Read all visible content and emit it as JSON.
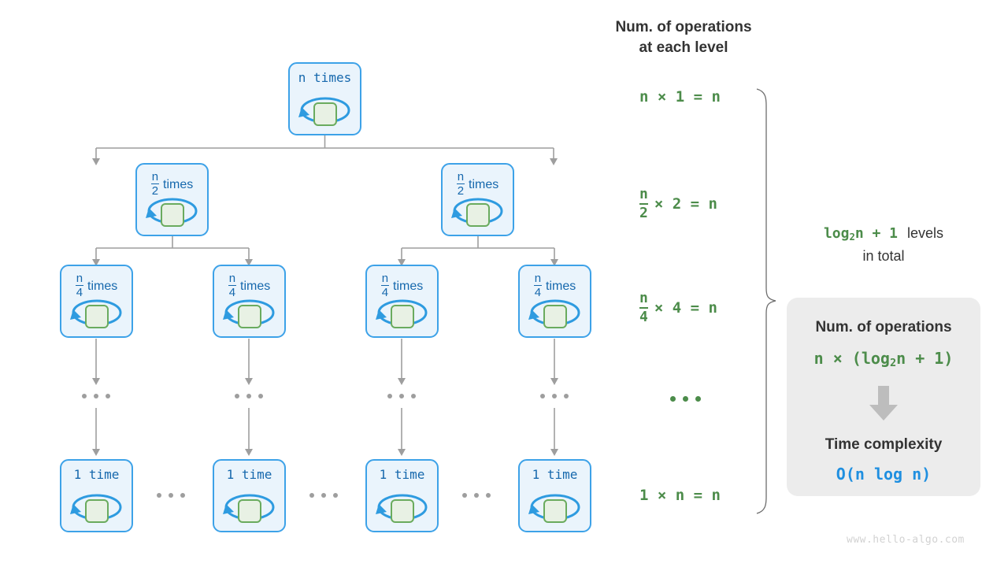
{
  "right_column": {
    "title": "Num. of operations\nat each level",
    "title_line1": "Num. of operations",
    "title_line2": "at each level",
    "rows": [
      {
        "id": "level-1",
        "text": "n × 1 = n",
        "numerator": "n",
        "denominator": "",
        "multiplier": "1",
        "result": "n"
      },
      {
        "id": "level-2",
        "text": "× 2 = n",
        "numerator": "n",
        "denominator": "2",
        "multiplier": "2",
        "result": "n"
      },
      {
        "id": "level-3",
        "text": "× 4 = n",
        "numerator": "n",
        "denominator": "4",
        "multiplier": "4",
        "result": "n"
      },
      {
        "id": "level-dots",
        "text": "•••"
      },
      {
        "id": "level-last",
        "text": "1 × n = n",
        "numerator": "1",
        "denominator": "",
        "multiplier": "n",
        "result": "n"
      }
    ]
  },
  "levels_note": {
    "formula": "log",
    "base": "2",
    "formula_tail": "n + 1",
    "text_line1": "levels",
    "text_line2": "in total"
  },
  "card": {
    "head1": "Num. of operations",
    "formula": "n × (log",
    "formula_base": "2",
    "formula_tail": "n + 1)",
    "arrow_icon": "down-arrow-icon",
    "head2": "Time complexity",
    "result": "O(n log n)"
  },
  "tree": {
    "levels": [
      {
        "name": "root",
        "nodes": [
          {
            "id": "node-root",
            "label": "n times",
            "style": "mono",
            "numerator": "",
            "denominator": "",
            "word": ""
          }
        ]
      },
      {
        "name": "level-2",
        "nodes": [
          {
            "id": "node-l2-1",
            "label": "n/2 times",
            "style": "frac",
            "numerator": "n",
            "denominator": "2",
            "word": "times"
          },
          {
            "id": "node-l2-2",
            "label": "n/2 times",
            "style": "frac",
            "numerator": "n",
            "denominator": "2",
            "word": "times"
          }
        ]
      },
      {
        "name": "level-3",
        "nodes": [
          {
            "id": "node-l3-1",
            "label": "n/4 times",
            "style": "frac",
            "numerator": "n",
            "denominator": "4",
            "word": "times"
          },
          {
            "id": "node-l3-2",
            "label": "n/4 times",
            "style": "frac",
            "numerator": "n",
            "denominator": "4",
            "word": "times"
          },
          {
            "id": "node-l3-3",
            "label": "n/4 times",
            "style": "frac",
            "numerator": "n",
            "denominator": "4",
            "word": "times"
          },
          {
            "id": "node-l3-4",
            "label": "n/4 times",
            "style": "frac",
            "numerator": "n",
            "denominator": "4",
            "word": "times"
          }
        ]
      },
      {
        "name": "level-last",
        "nodes": [
          {
            "id": "node-l5-1",
            "label": "1 time",
            "style": "mono",
            "numerator": "",
            "denominator": "",
            "word": ""
          },
          {
            "id": "node-l5-2",
            "label": "1 time",
            "style": "mono",
            "numerator": "",
            "denominator": "",
            "word": ""
          },
          {
            "id": "node-l5-3",
            "label": "1 time",
            "style": "mono",
            "numerator": "",
            "denominator": "",
            "word": ""
          },
          {
            "id": "node-l5-4",
            "label": "1 time",
            "style": "mono",
            "numerator": "",
            "denominator": "",
            "word": ""
          }
        ]
      }
    ],
    "ellipsis_label": "•••"
  },
  "footer": {
    "watermark": "www.hello-algo.com"
  },
  "colors": {
    "node_fill": "#eaf4fc",
    "node_border": "#3da2e8",
    "node_text": "#1668ad",
    "inner_fill": "#e8f1e4",
    "inner_border": "#6aab5e",
    "connector": "#9e9e9e",
    "formula_green": "#4c8c4a",
    "result_blue": "#1f8fe0",
    "card_bg": "#ececec",
    "heading": "#333333",
    "watermark": "#d2d2d2"
  }
}
